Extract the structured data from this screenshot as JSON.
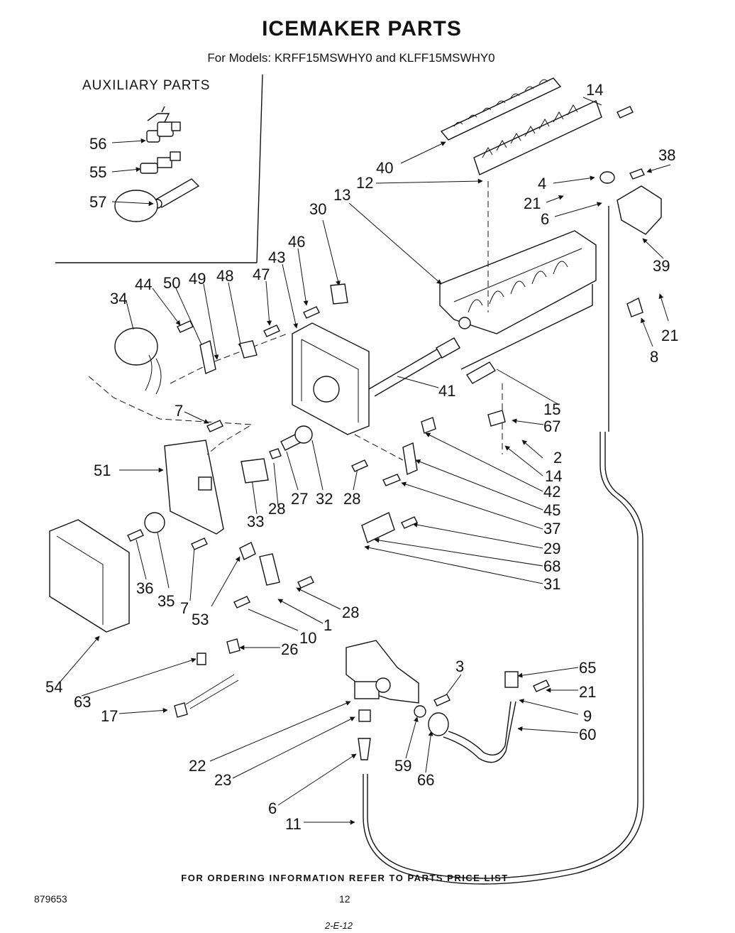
{
  "header": {
    "title": "ICEMAKER PARTS",
    "subtitle": "For Models: KRFF15MSWHY0 and KLFF15MSWHY0"
  },
  "auxiliary": {
    "title": "AUXILIARY PARTS"
  },
  "parts": {
    "p56": "56",
    "p55": "55",
    "p57": "57",
    "p14a": "14",
    "p40": "40",
    "p12": "12",
    "p13": "13",
    "p30": "30",
    "p38": "38",
    "p4": "4",
    "p21a": "21",
    "p6a": "6",
    "p39": "39",
    "p46": "46",
    "p43": "43",
    "p34": "34",
    "p44": "44",
    "p50": "50",
    "p49": "49",
    "p48": "48",
    "p47": "47",
    "p21b": "21",
    "p8": "8",
    "p41": "41",
    "p15": "15",
    "p67": "67",
    "p7a": "7",
    "p2": "2",
    "p14b": "14",
    "p51": "51",
    "p33": "33",
    "p28a": "28",
    "p27": "27",
    "p32": "32",
    "p28b": "28",
    "p42": "42",
    "p45": "45",
    "p37": "37",
    "p29": "29",
    "p68": "68",
    "p31": "31",
    "p36": "36",
    "p35": "35",
    "p7b": "7",
    "p53": "53",
    "p28c": "28",
    "p1": "1",
    "p10": "10",
    "p26": "26",
    "p54": "54",
    "p63": "63",
    "p17": "17",
    "p3": "3",
    "p65": "65",
    "p21c": "21",
    "p9": "9",
    "p60": "60",
    "p22": "22",
    "p23": "23",
    "p59": "59",
    "p66": "66",
    "p6b": "6",
    "p11": "11"
  },
  "footer": {
    "note": "FOR ORDERING INFORMATION REFER TO PARTS PRICE LIST",
    "doc_number": "879653",
    "page_number": "12",
    "handwritten": "2-E-12"
  }
}
